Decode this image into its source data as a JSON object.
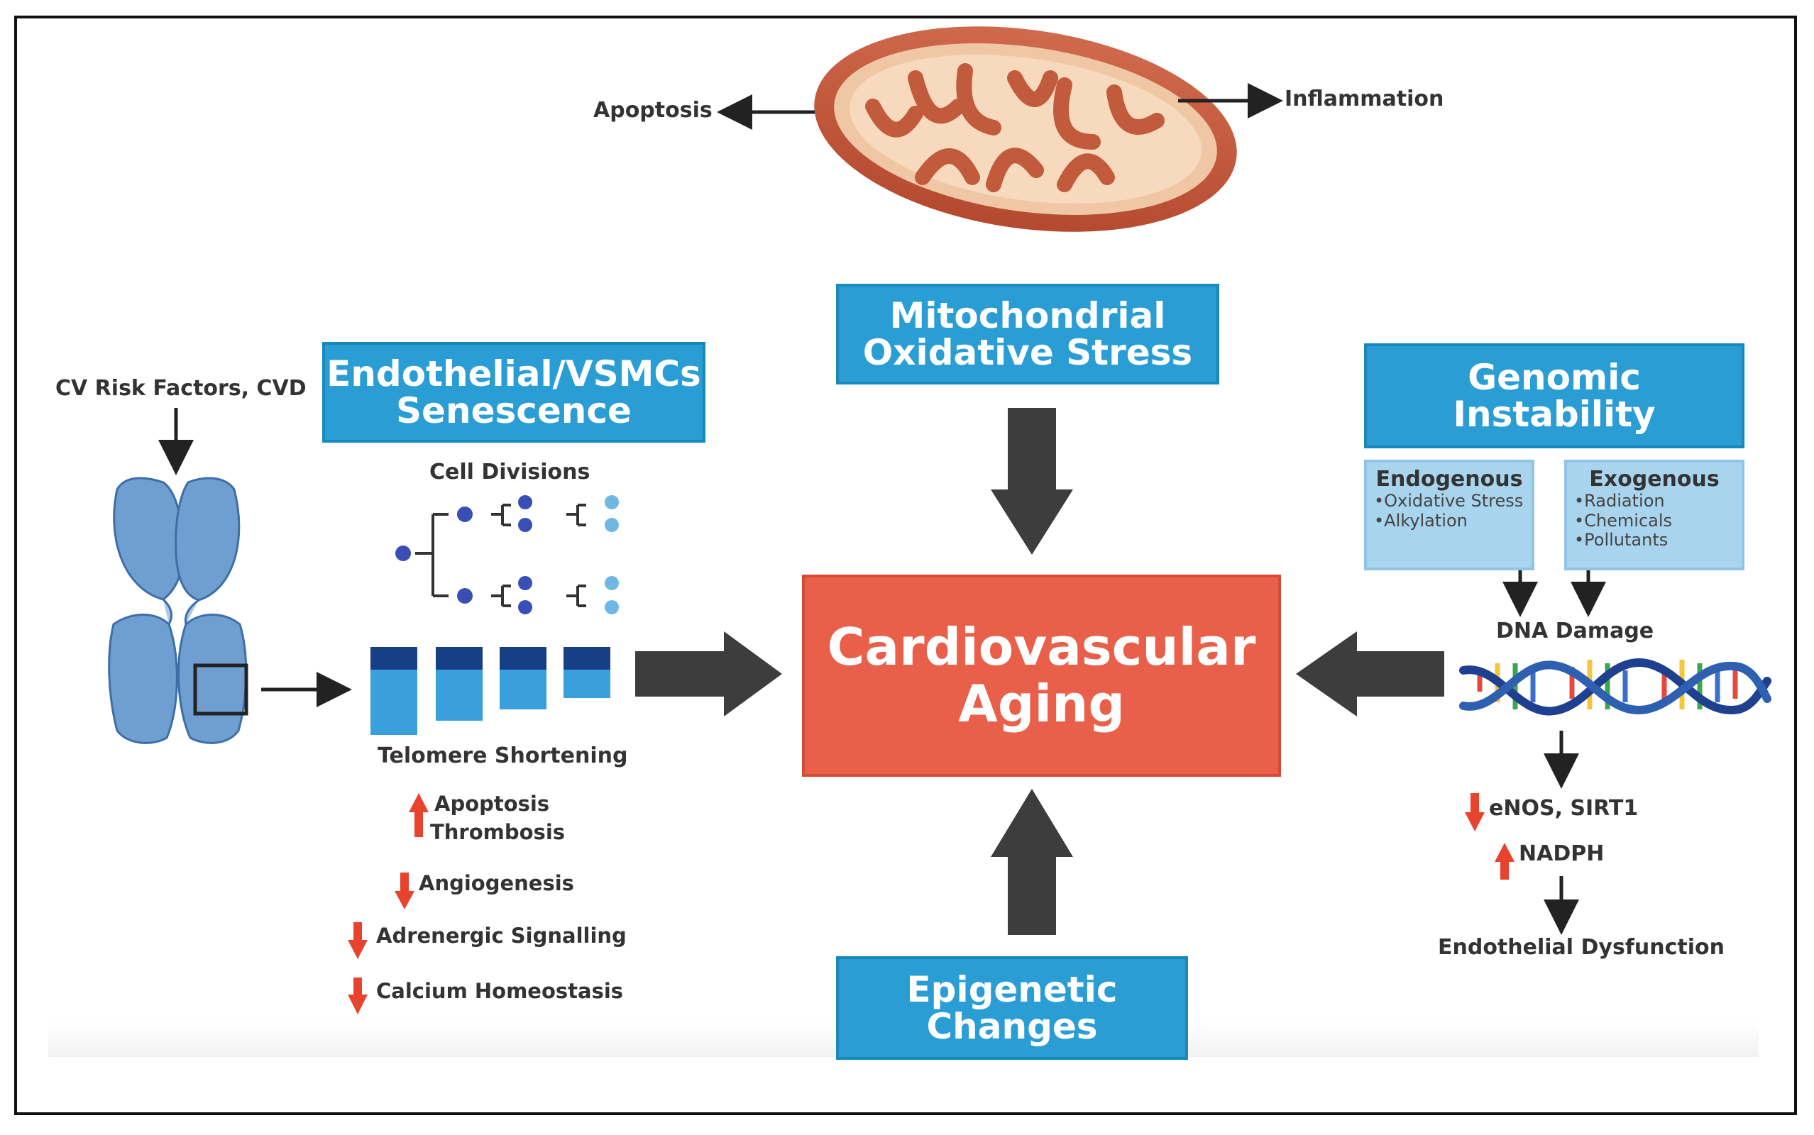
{
  "center": {
    "line1": "Cardiovascular",
    "line2": "Aging"
  },
  "mito": {
    "box_line1": "Mitochondrial",
    "box_line2": "Oxidative Stress",
    "left_label": "Apoptosis",
    "right_label": "Inflammation"
  },
  "senescence": {
    "box_line1": "Endothelial/VSMCs",
    "box_line2": "Senescence",
    "risk_label": "CV Risk Factors, CVD",
    "cell_divisions": "Cell Divisions",
    "telomere": "Telomere Shortening",
    "effects": [
      {
        "dir": "up",
        "text": "Apoptosis"
      },
      {
        "dir": "none",
        "text": "Thrombosis"
      },
      {
        "dir": "down",
        "text": "Angiogenesis"
      },
      {
        "dir": "down",
        "text": "Adrenergic Signalling"
      },
      {
        "dir": "down",
        "text": "Calcium Homeostasis"
      }
    ]
  },
  "genomic": {
    "box_title": "Genomic Instability",
    "endogenous": {
      "title": "Endogenous",
      "items": [
        "•Oxidative Stress",
        "•Alkylation"
      ]
    },
    "exogenous": {
      "title": "Exogenous",
      "items": [
        "•Radiation",
        "•Chemicals",
        "•Pollutants"
      ]
    },
    "dna_damage": "DNA Damage",
    "down_label": "eNOS, SIRT1",
    "up_label": "NADPH",
    "endothelial": "Endothelial Dysfunction"
  },
  "epigenetic": {
    "box_title": "Epigenetic Changes"
  },
  "colors": {
    "blue_box": "#2a9ed4",
    "center_box": "#e8604a",
    "light_blue": "#a9d4ee",
    "arrow_dark": "#3d3d3d",
    "red_arrow": "#e8432e"
  }
}
